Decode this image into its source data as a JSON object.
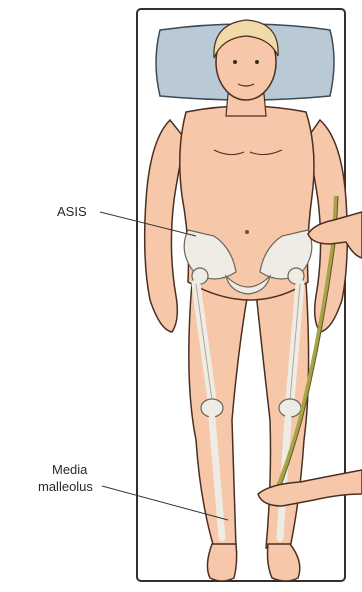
{
  "labels": {
    "asis": "ASIS",
    "media": "Media",
    "malleolus": "malleolus"
  },
  "colors": {
    "skin": "#f6c7a8",
    "skin_outline": "#4a2f22",
    "pillow": "#b9cad6",
    "hair": "#f2d9a8",
    "bone": "#eeece4",
    "tape": "#a9a348",
    "table_outline": "#2f2f2f"
  }
}
